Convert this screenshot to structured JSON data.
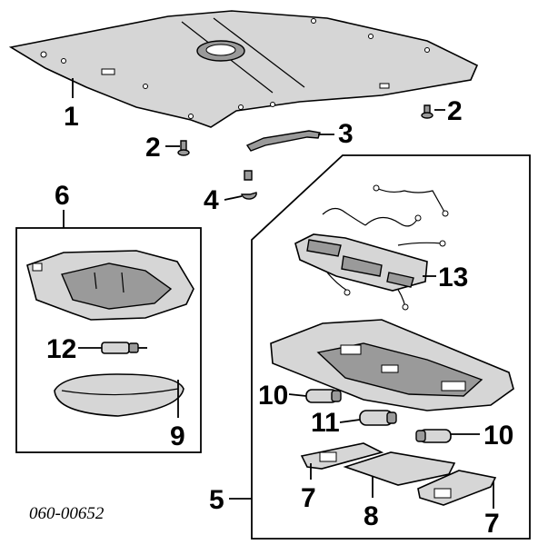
{
  "callouts": {
    "c1": "1",
    "c2a": "2",
    "c2b": "2",
    "c3": "3",
    "c4": "4",
    "c5": "5",
    "c6": "6",
    "c7a": "7",
    "c7b": "7",
    "c8": "8",
    "c9": "9",
    "c10a": "10",
    "c10b": "10",
    "c11": "11",
    "c12": "12",
    "c13": "13"
  },
  "diagram_code": "060-00652",
  "colors": {
    "line": "#000000",
    "part_fill": "#d6d6d6",
    "part_dark": "#9a9a9a",
    "background": "#ffffff"
  }
}
